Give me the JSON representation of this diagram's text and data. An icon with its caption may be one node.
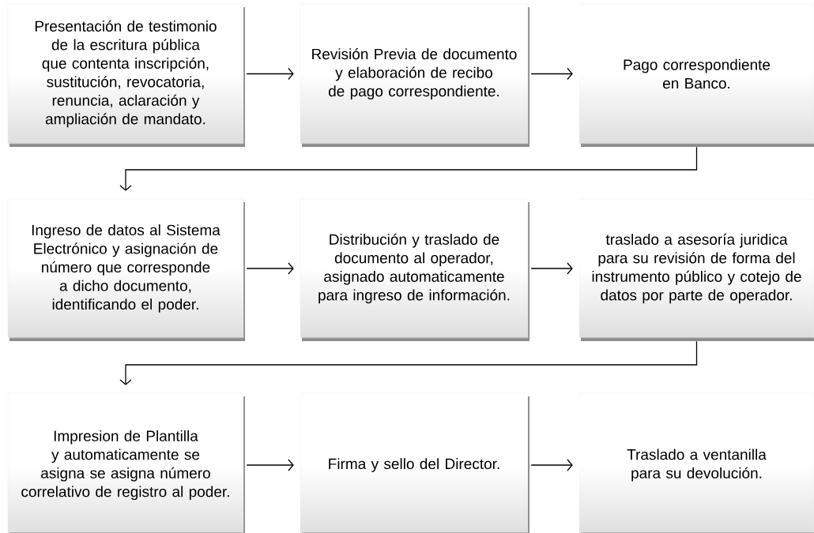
{
  "diagram": {
    "nodes": [
      {
        "text": [
          "Presentación de testimonio de la escritura pública que contenta inscripción, sustitución, revocatoria, renuncia, aclaración y ampliación de mandato."
        ]
      },
      {
        "text": [
          "Revisión Previa de documento y elaboración de recibo de pago correspondiente."
        ]
      },
      {
        "text": [
          "Pago correspondiente en Banco."
        ]
      },
      {
        "text": [
          "Ingreso de datos al Sistema Electrónico y asignación de  número que corresponde a dicho documento, identificando el poder."
        ]
      },
      {
        "text": [
          "Distribución y traslado de documento al operador, asignado automaticamente para ingreso de información."
        ]
      },
      {
        "text": [
          "traslado a asesoría juridica para su revisión de forma del instrumento público y cotejo de datos por parte de operador."
        ]
      },
      {
        "text": [
          "Impresion de Plantilla y automaticamente se asigna se asigna número correlativo de registro al poder."
        ]
      },
      {
        "text": [
          "Firma y sello del Director."
        ]
      },
      {
        "text": [
          "Traslado a ventanilla para su devolución."
        ]
      }
    ],
    "edges": [
      {
        "from": 0,
        "to": 1,
        "arrow": "to"
      },
      {
        "from": 1,
        "to": 2,
        "arrow": "to"
      },
      {
        "from": 2,
        "to": 3,
        "arrow": "to"
      },
      {
        "from": 3,
        "to": 4,
        "arrow": "to"
      },
      {
        "from": 4,
        "to": 5,
        "arrow": "to"
      },
      {
        "from": 5,
        "to": 6,
        "arrow": "to"
      },
      {
        "from": 6,
        "to": 7,
        "arrow": "to"
      },
      {
        "from": 7,
        "to": 8,
        "arrow": "to"
      }
    ]
  }
}
